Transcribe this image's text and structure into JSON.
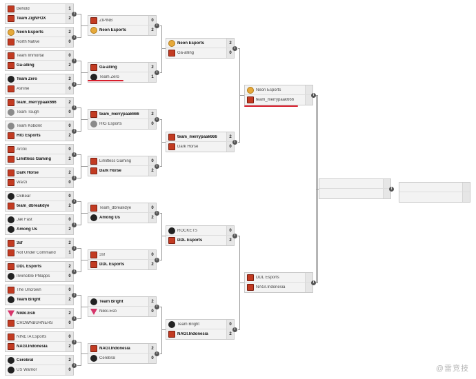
{
  "bracket": {
    "round1": [
      {
        "t1": {
          "name": "Behold",
          "score": "1",
          "logo": "dota-icon"
        },
        "t2": {
          "name": "Team ZigNFOX",
          "score": "2",
          "logo": "dota-icon"
        }
      },
      {
        "t1": {
          "name": "Neon Esports",
          "score": "2",
          "logo": "neon-icon"
        },
        "t2": {
          "name": "North Native",
          "score": "0",
          "logo": "dota-icon"
        }
      },
      {
        "t1": {
          "name": "Team Immortal",
          "score": "0",
          "logo": "dota-icon"
        },
        "t2": {
          "name": "Ga-alling",
          "score": "2",
          "logo": "dota-icon"
        }
      },
      {
        "t1": {
          "name": "Team Zero",
          "score": "2",
          "logo": "zero-icon"
        },
        "t2": {
          "name": "Ashine",
          "score": "0",
          "logo": "dota-icon"
        }
      },
      {
        "t1": {
          "name": "team_merrypaak666",
          "score": "2",
          "logo": "dota-icon"
        },
        "t2": {
          "name": "Team Tough",
          "score": "0",
          "logo": "tough-icon"
        }
      },
      {
        "t1": {
          "name": "Team Kobolet",
          "score": "0",
          "logo": "grey-icon"
        },
        "t2": {
          "name": "HIG Esports",
          "score": "2",
          "logo": "dota-icon"
        }
      },
      {
        "t1": {
          "name": "Arctic",
          "score": "0",
          "logo": "dota-icon"
        },
        "t2": {
          "name": "Limitless Gaming",
          "score": "2",
          "logo": "dota-icon"
        }
      },
      {
        "t1": {
          "name": "Dark Horse",
          "score": "2",
          "logo": "dota-icon"
        },
        "t2": {
          "name": "Warzi",
          "score": "0",
          "logo": "dota-icon"
        }
      },
      {
        "t1": {
          "name": "OxBear",
          "score": "0",
          "logo": "dark-icon"
        },
        "t2": {
          "name": "team_dbreakdye",
          "score": "2",
          "logo": "dota-icon"
        }
      },
      {
        "t1": {
          "name": "Jak Fast",
          "score": "0",
          "logo": "dark-icon"
        },
        "t2": {
          "name": "Among Us",
          "score": "2",
          "logo": "dark-icon"
        }
      },
      {
        "t1": {
          "name": "3sf",
          "score": "2",
          "logo": "dota-icon"
        },
        "t2": {
          "name": "Not Under Command",
          "score": "1",
          "logo": "dota-icon"
        }
      },
      {
        "t1": {
          "name": "DDL Esports",
          "score": "2",
          "logo": "dota-icon"
        },
        "t2": {
          "name": "Invincible Phlapps",
          "score": "0",
          "logo": "dark-icon"
        }
      },
      {
        "t1": {
          "name": "The Uncrown",
          "score": "0",
          "logo": "dota-icon"
        },
        "t2": {
          "name": "Team Bright",
          "score": "2",
          "logo": "dark-icon"
        }
      },
      {
        "t1": {
          "name": "Nikki.Esb",
          "score": "2",
          "logo": "pink-icon"
        },
        "t2": {
          "name": "CROWNBURNERS",
          "score": "0",
          "logo": "dota-icon"
        }
      },
      {
        "t1": {
          "name": "NINETA Esports",
          "score": "0",
          "logo": "dota-icon"
        },
        "t2": {
          "name": "NAGI.Indonesia",
          "score": "2",
          "logo": "dota-icon"
        }
      },
      {
        "t1": {
          "name": "Cerebral",
          "score": "2",
          "logo": "dark-icon"
        },
        "t2": {
          "name": "US Warrior",
          "score": "0",
          "logo": "dark-icon"
        }
      }
    ],
    "round2": [
      {
        "t1": {
          "name": "ZIPINB",
          "score": "0",
          "logo": "dota-icon"
        },
        "t2": {
          "name": "Neon Esports",
          "score": "2",
          "logo": "neon-icon"
        }
      },
      {
        "t1": {
          "name": "Ga-alling",
          "score": "2",
          "logo": "dota-icon"
        },
        "t2": {
          "name": "Team Zero",
          "score": "1",
          "logo": "zero-icon"
        }
      },
      {
        "t1": {
          "name": "team_merrypaak666",
          "score": "2",
          "logo": "dota-icon"
        },
        "t2": {
          "name": "HIG Esports",
          "score": "0",
          "logo": "grey-icon"
        }
      },
      {
        "t1": {
          "name": "Limitless Gaming",
          "score": "0",
          "logo": "dota-icon"
        },
        "t2": {
          "name": "Dark Horse",
          "score": "2",
          "logo": "dota-icon"
        }
      },
      {
        "t1": {
          "name": "Team_dbreakdye",
          "score": "0",
          "logo": "dota-icon"
        },
        "t2": {
          "name": "Among Us",
          "score": "2",
          "logo": "dark-icon"
        }
      },
      {
        "t1": {
          "name": "3sf",
          "score": "0",
          "logo": "dota-icon"
        },
        "t2": {
          "name": "DDL Esports",
          "score": "2",
          "logo": "dota-icon"
        }
      },
      {
        "t1": {
          "name": "Team Bright",
          "score": "2",
          "logo": "dark-icon"
        },
        "t2": {
          "name": "Nikki.Esb",
          "score": "0",
          "logo": "pink-icon"
        }
      },
      {
        "t1": {
          "name": "NAGI.Indonesia",
          "score": "2",
          "logo": "dota-icon"
        },
        "t2": {
          "name": "Cerebral",
          "score": "0",
          "logo": "dark-icon"
        }
      }
    ],
    "round3": [
      {
        "t1": {
          "name": "Neon Esports",
          "score": "2",
          "logo": "neon-icon"
        },
        "t2": {
          "name": "Ga-alling",
          "score": "0",
          "logo": "dota-icon"
        }
      },
      {
        "t1": {
          "name": "team_merrypaak666",
          "score": "2",
          "logo": "dota-icon"
        },
        "t2": {
          "name": "Dark Horse",
          "score": "0",
          "logo": "dota-icon"
        }
      },
      {
        "t1": {
          "name": "ROCKETS",
          "score": "0",
          "logo": "dark-icon"
        },
        "t2": {
          "name": "DDL Esports",
          "score": "2",
          "logo": "dota-icon"
        }
      },
      {
        "t1": {
          "name": "Team Bright",
          "score": "0",
          "logo": "dark-icon"
        },
        "t2": {
          "name": "NAGI.Indonesia",
          "score": "2",
          "logo": "dota-icon"
        }
      }
    ],
    "round4": [
      {
        "t1": {
          "name": "Neon Esports",
          "score": "",
          "logo": "neon-icon"
        },
        "t2": {
          "name": "team_merrypaak666",
          "score": "",
          "logo": "dota-icon"
        }
      },
      {
        "t1": {
          "name": "DDL Esports",
          "score": "",
          "logo": "dota-icon"
        },
        "t2": {
          "name": "NAGI.Indonesia",
          "score": "",
          "logo": "dota-icon"
        }
      }
    ],
    "round5": [
      {
        "t1": {
          "name": "",
          "score": "",
          "logo": "blank"
        },
        "t2": {
          "name": "",
          "score": "",
          "logo": "blank"
        }
      }
    ],
    "round6": [
      {
        "t1": {
          "name": "",
          "score": "",
          "logo": "blank"
        },
        "t2": {
          "name": "",
          "score": "",
          "logo": "blank"
        }
      }
    ]
  },
  "info_glyph": "i",
  "watermark": "@雷竞技"
}
